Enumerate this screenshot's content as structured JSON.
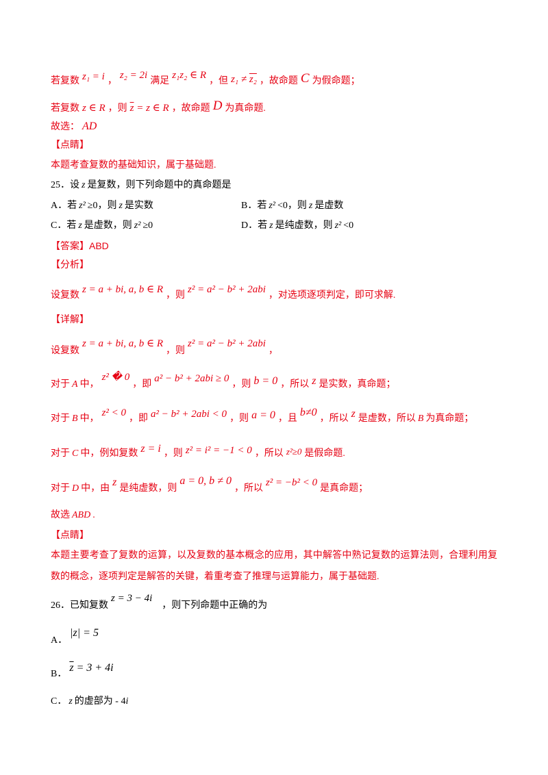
{
  "colors": {
    "answer_text": "#e60012",
    "question_text": "#000000"
  },
  "doc": {
    "l1": [
      "若复数",
      "z₁ = i",
      "，",
      "z₂ = 2i",
      "满足",
      "z₁z₂ ∈ R",
      "，但",
      "z₁ ≠ ",
      "z₂",
      "，故命题",
      "C",
      "为假命题；"
    ],
    "l2": [
      "若复数",
      "z ∈ R",
      "，则",
      "z",
      " = z ∈ R",
      "，故命题",
      "D",
      "为真命题."
    ],
    "l3": [
      "故选：",
      "AD"
    ],
    "l4": [
      "【点睛】"
    ],
    "l5": [
      "本题考查复数的基础知识，属于基础题."
    ],
    "l6": [
      "25．设",
      "z",
      "是复数，则下列命题中的真命题是"
    ],
    "l7a": [
      "A．若",
      "z²",
      "≥0，则",
      "z",
      "是实数"
    ],
    "l7b": [
      "B．若",
      "z²",
      "<0，则",
      "z",
      "是虚数"
    ],
    "l8a": [
      "C．若",
      "z",
      "是虚数，则",
      "z²",
      "≥0"
    ],
    "l8b": [
      "D．若",
      "z",
      "是纯虚数，则",
      "z²",
      "<0"
    ],
    "l9": [
      "【答案】",
      "ABD"
    ],
    "l10": [
      "【分析】"
    ],
    "l11": [
      "设复数",
      "z = a + bi, a, b ∈ R",
      "，则",
      "z² = a² − b² + 2abi",
      "，对选项逐项判定，即可求解."
    ],
    "l12": [
      "【详解】"
    ],
    "l13": [
      "设复数",
      "z = a + bi, a, b ∈ R",
      "，则",
      "z² = a² − b² + 2abi",
      "，"
    ],
    "l14": [
      "对于",
      "A",
      "中，",
      "z² � 0",
      "，即",
      "a² − b² + 2abi ≥ 0",
      "，则",
      "b = 0",
      "，所以",
      "z",
      "是实数，真命题；"
    ],
    "l15": [
      "对于",
      "B",
      "中，",
      "z² < 0",
      "，即",
      "a² − b² + 2abi < 0",
      "，则",
      "a = 0",
      "，且",
      "b≠0",
      "，所以",
      "z",
      "是虚数，所以",
      "B",
      "为真命题；"
    ],
    "l16": [
      "对于",
      "C",
      "中，例如复数",
      "z = i",
      "，则",
      "z² = i² = −1 < 0",
      "，所以",
      "z²≥0",
      "是假命题."
    ],
    "l17": [
      "对于",
      "D",
      "中，由",
      "z",
      "是纯虚数，则",
      "a = 0, b ≠ 0",
      "，所以",
      "z² = −b² < 0",
      "是真命题；"
    ],
    "l18": [
      "故选",
      "ABD",
      "."
    ],
    "l19": [
      "【点睛】"
    ],
    "l20": [
      "本题主要考查了复数的运算，以及复数的基本概念的应用，其中解答中熟记复数的运算法则，合理利用复"
    ],
    "l21": [
      "数的概念，逐项判定是解答的关键，着重考查了推理与运算能力，属于基础题."
    ],
    "l22": [
      "26．已知复数",
      "z = 3 − 4i",
      "，则下列命题中正确的为"
    ],
    "l23": [
      "A．",
      "|z| = 5"
    ],
    "l24": [
      "B．",
      "z",
      " = 3 + 4i"
    ],
    "l25": [
      "C．",
      "z",
      "的虚部为 - 4",
      "i"
    ]
  }
}
